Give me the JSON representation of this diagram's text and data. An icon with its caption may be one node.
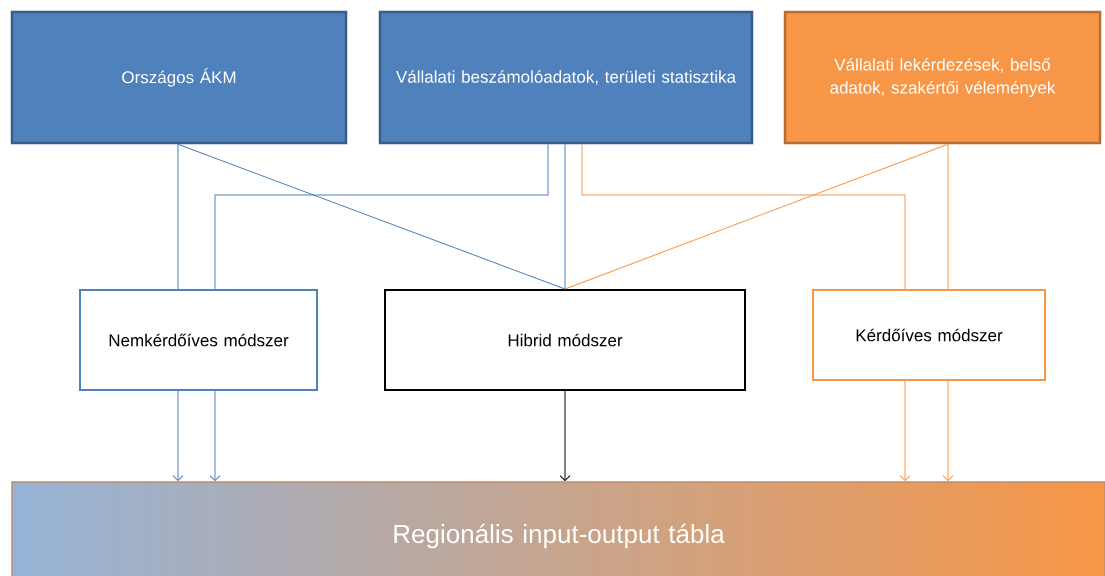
{
  "diagram": {
    "nodes": [
      {
        "text": [
          "Országos ÁKM"
        ]
      },
      {
        "text": [
          "Vállalati beszámolóadatok, területi statisztika"
        ]
      },
      {
        "text": [
          "Vállalati lekérdezések, belső adatok, szakértői vélemények"
        ]
      },
      {
        "text": [
          "Nemkérdőíves módszer"
        ]
      },
      {
        "text": [
          "Hibrid módszer"
        ]
      },
      {
        "text": [
          "Kérdőíves módszer"
        ]
      },
      {
        "text": [
          "Regionális input-output tábla"
        ]
      }
    ],
    "edges": [
      {
        "from": 0,
        "to": 3,
        "arrow": "none"
      },
      {
        "from": 0,
        "to": 4,
        "arrow": "none"
      },
      {
        "from": 1,
        "to": 3,
        "arrow": "none"
      },
      {
        "from": 1,
        "to": 4,
        "arrow": "none"
      },
      {
        "from": 1,
        "to": 5,
        "arrow": "none",
        "color": "#f79646"
      },
      {
        "from": 2,
        "to": 4,
        "arrow": "none",
        "color": "#f79646"
      },
      {
        "from": 2,
        "to": 5,
        "arrow": "none",
        "color": "#f79646"
      },
      {
        "from": 3,
        "to": 6,
        "arrow": "to"
      },
      {
        "from": 3,
        "to": 6,
        "arrow": "to"
      },
      {
        "from": 4,
        "to": 6,
        "arrow": "to",
        "color": "#000000"
      },
      {
        "from": 5,
        "to": 6,
        "arrow": "to",
        "color": "#f79646"
      },
      {
        "from": 5,
        "to": 6,
        "arrow": "to",
        "color": "#f79646"
      }
    ]
  }
}
